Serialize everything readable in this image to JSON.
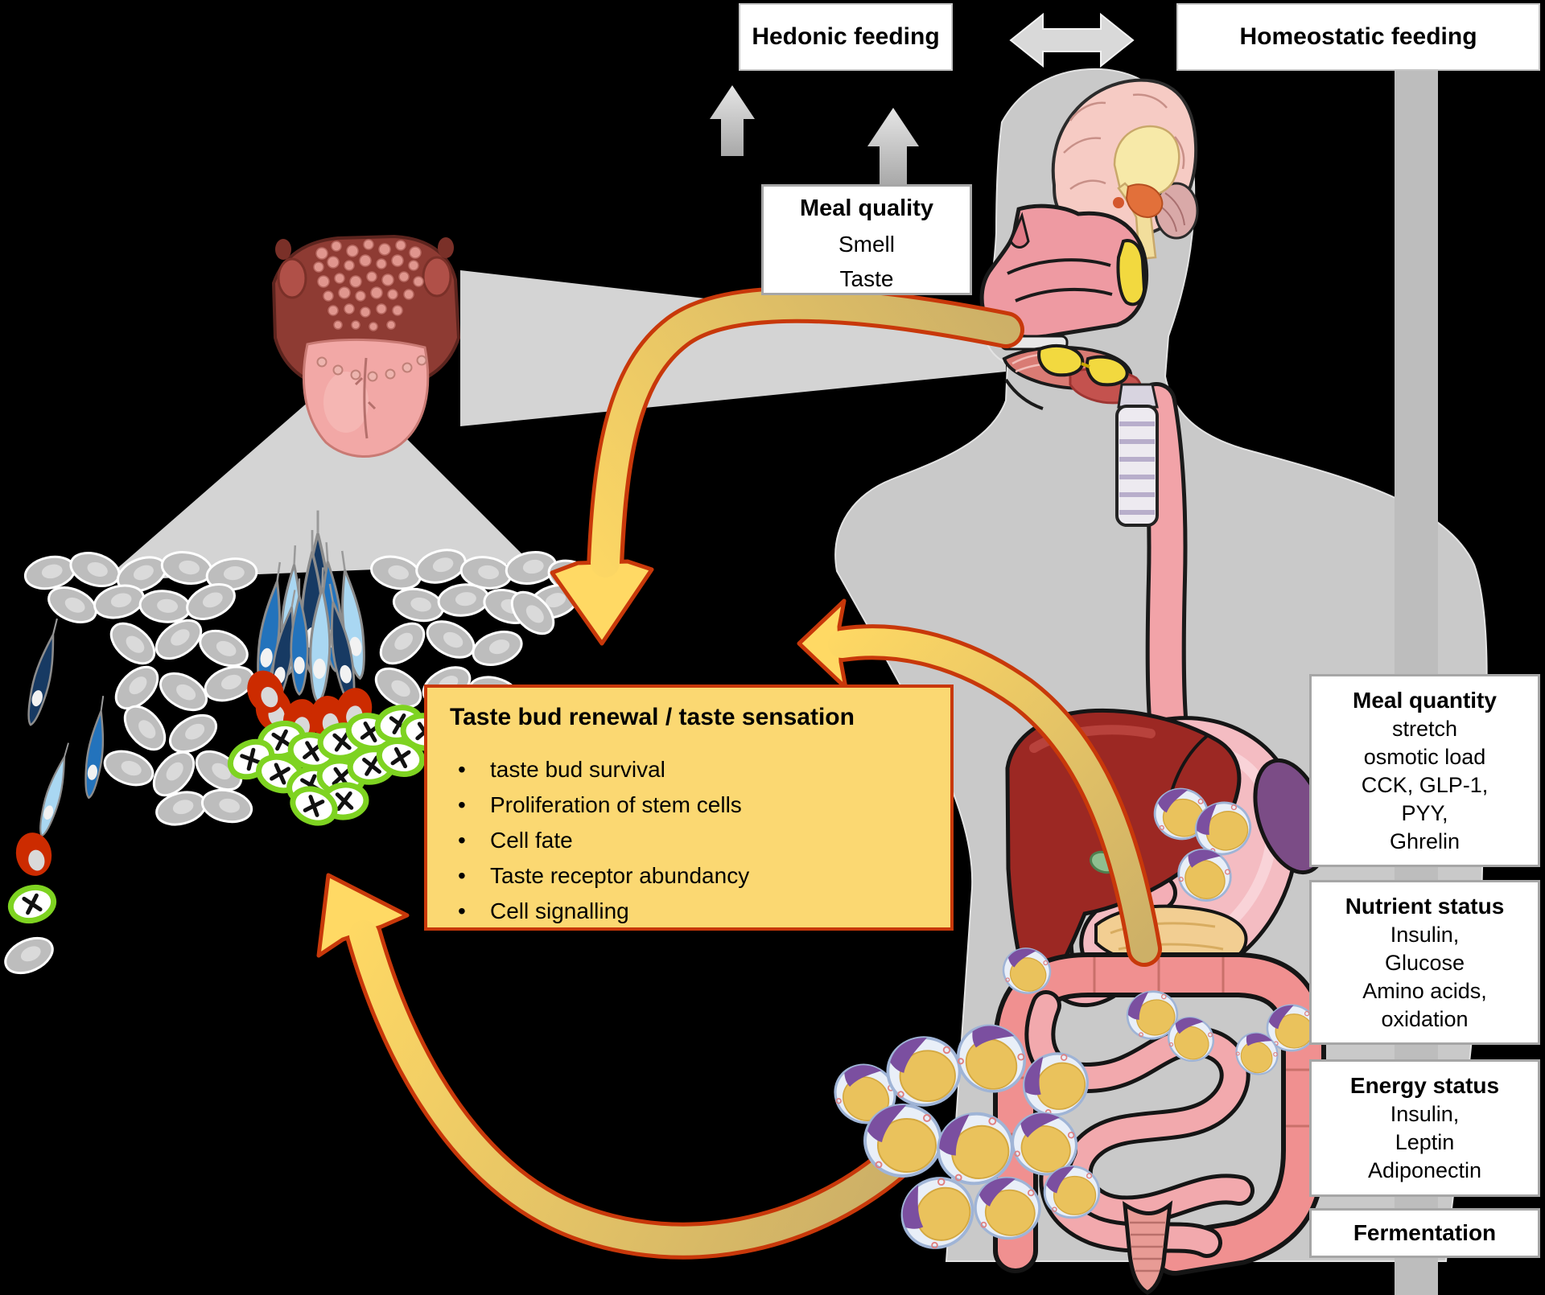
{
  "header": {
    "hedonic_label": "Hedonic feeding",
    "homeostatic_label": "Homeostatic feeding"
  },
  "meal_quality_box": {
    "title": "Meal quality",
    "lines": [
      "Smell",
      "Taste"
    ]
  },
  "taste_bud_box": {
    "title": "Taste bud renewal / taste sensation",
    "bullets": [
      "taste bud survival",
      "Proliferation of stem cells",
      "Cell fate",
      "Taste receptor abundancy",
      "Cell signalling"
    ]
  },
  "signal_boxes": [
    {
      "title": "Meal quantity",
      "lines": [
        "stretch",
        "osmotic load",
        "CCK, GLP-1,",
        "PYY,",
        "Ghrelin"
      ]
    },
    {
      "title": "Nutrient status",
      "lines": [
        "Insulin,",
        "Glucose",
        "Amino acids,",
        "oxidation"
      ]
    },
    {
      "title": "Energy status",
      "lines": [
        "Insulin,",
        "Leptin",
        "Adiponectin"
      ]
    },
    {
      "title": "Fermentation",
      "lines": []
    }
  ],
  "colors": {
    "background": "#000000",
    "silhouette_gray": "#C9C9C9",
    "cone_gray": "#D4D4D4",
    "band_gray": "#BDBDBD",
    "highlight_yellow": "#FBD872",
    "arrow_outline_red": "#C8380A",
    "arrow_gold": "#E8C25F"
  }
}
